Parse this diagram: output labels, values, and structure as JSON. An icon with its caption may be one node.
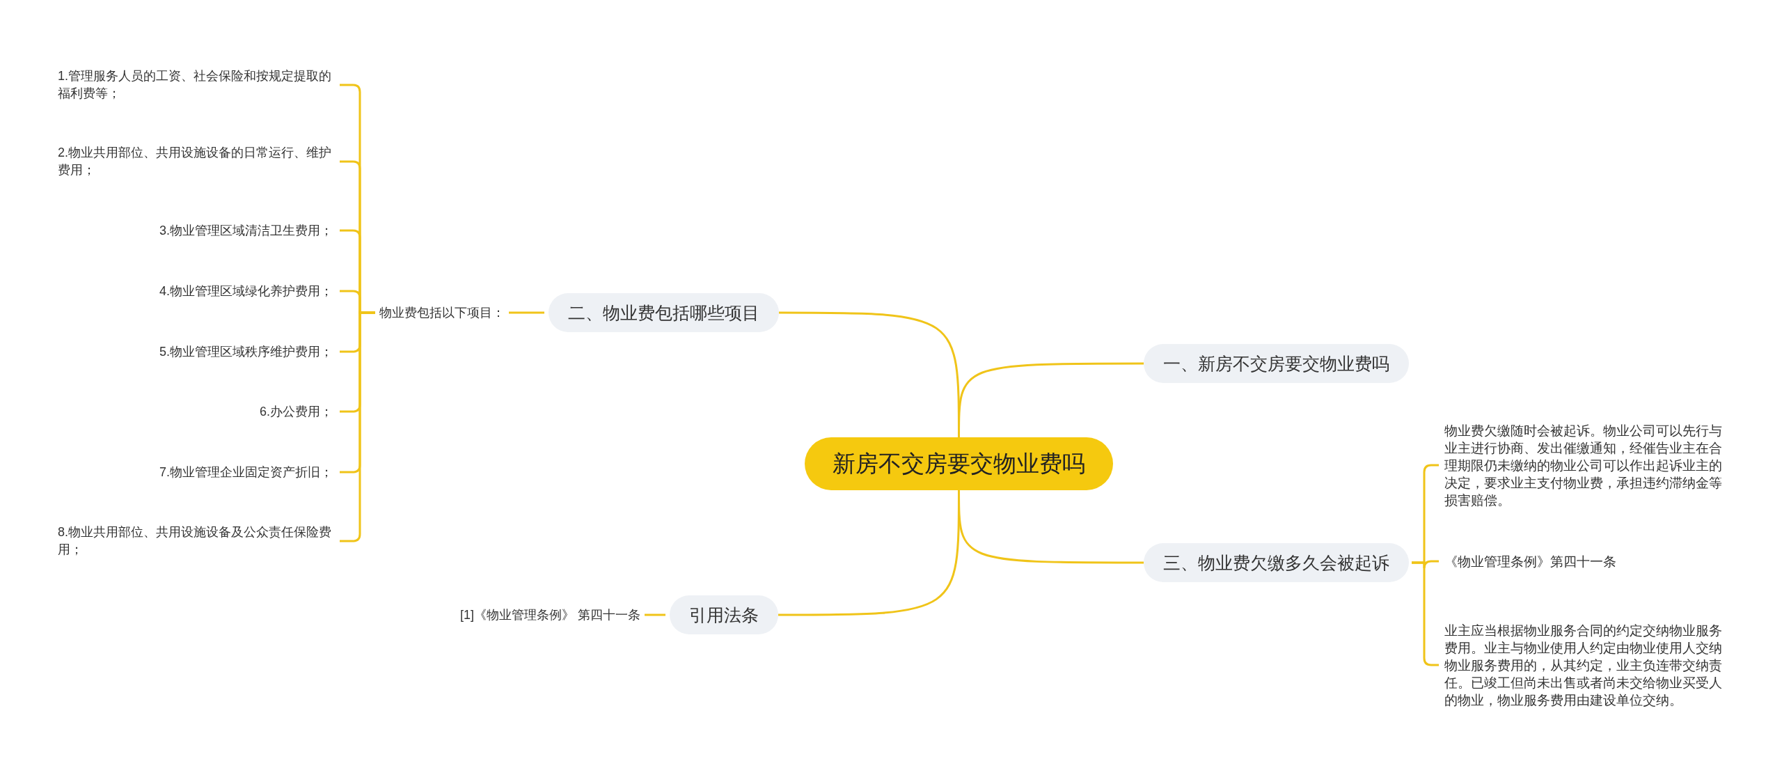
{
  "diagram": {
    "nodes": [
      {
        "text": [
          "新房不交房要交物业费吗"
        ]
      },
      {
        "text": [
          "一、新房不交房要交物业费吗"
        ]
      },
      {
        "text": [
          "三、物业费欠缴多久会被起诉"
        ]
      },
      {
        "text": [
          "物业费欠缴随时会被起诉。物业公司可以先行与业主进行协商、发出催缴通知，经催告业主在合理期限仍未缴纳的物业公司可以作出起诉业主的决定，要求业主支付物业费，承担违约滞纳金等损害赔偿。"
        ]
      },
      {
        "text": [
          "《物业管理条例》第四十一条"
        ]
      },
      {
        "text": [
          "业主应当根据物业服务合同的约定交纳物业服务费用。业主与物业使用人约定由物业使用人交纳物业服务费用的，从其约定，业主负连带交纳责任。已竣工但尚未出售或者尚未交给物业买受人的物业，物业服务费用由建设单位交纳。"
        ]
      },
      {
        "text": [
          "二、物业费包括哪些项目"
        ]
      },
      {
        "text": [
          "物业费包括以下项目："
        ]
      },
      {
        "text": [
          "1.管理服务人员的工资、社会保险和按规定提取的福利费等；"
        ]
      },
      {
        "text": [
          "2.物业共用部位、共用设施设备的日常运行、维护费用；"
        ]
      },
      {
        "text": [
          "3.物业管理区域清洁卫生费用；"
        ]
      },
      {
        "text": [
          "4.物业管理区域绿化养护费用；"
        ]
      },
      {
        "text": [
          "5.物业管理区域秩序维护费用；"
        ]
      },
      {
        "text": [
          "6.办公费用；"
        ]
      },
      {
        "text": [
          "7.物业管理企业固定资产折旧；"
        ]
      },
      {
        "text": [
          "8.物业共用部位、共用设施设备及公众责任保险费用；"
        ]
      },
      {
        "text": [
          "引用法条"
        ]
      },
      {
        "text": [
          "[1]《物业管理条例》 第四十一条"
        ]
      }
    ],
    "edges": [
      {
        "from": 0,
        "to": 1,
        "arrow": "none"
      },
      {
        "from": 0,
        "to": 2,
        "arrow": "none"
      },
      {
        "from": 2,
        "to": 3,
        "arrow": "none"
      },
      {
        "from": 2,
        "to": 4,
        "arrow": "none"
      },
      {
        "from": 2,
        "to": 5,
        "arrow": "none"
      },
      {
        "from": 0,
        "to": 6,
        "arrow": "none"
      },
      {
        "from": 6,
        "to": 7,
        "arrow": "none"
      },
      {
        "from": 7,
        "to": 8,
        "arrow": "none"
      },
      {
        "from": 7,
        "to": 9,
        "arrow": "none"
      },
      {
        "from": 7,
        "to": 10,
        "arrow": "none"
      },
      {
        "from": 7,
        "to": 11,
        "arrow": "none"
      },
      {
        "from": 7,
        "to": 12,
        "arrow": "none"
      },
      {
        "from": 7,
        "to": 13,
        "arrow": "none"
      },
      {
        "from": 7,
        "to": 14,
        "arrow": "none"
      },
      {
        "from": 7,
        "to": 15,
        "arrow": "none"
      },
      {
        "from": 0,
        "to": 16,
        "arrow": "none"
      },
      {
        "from": 16,
        "to": 17,
        "arrow": "none"
      }
    ]
  }
}
